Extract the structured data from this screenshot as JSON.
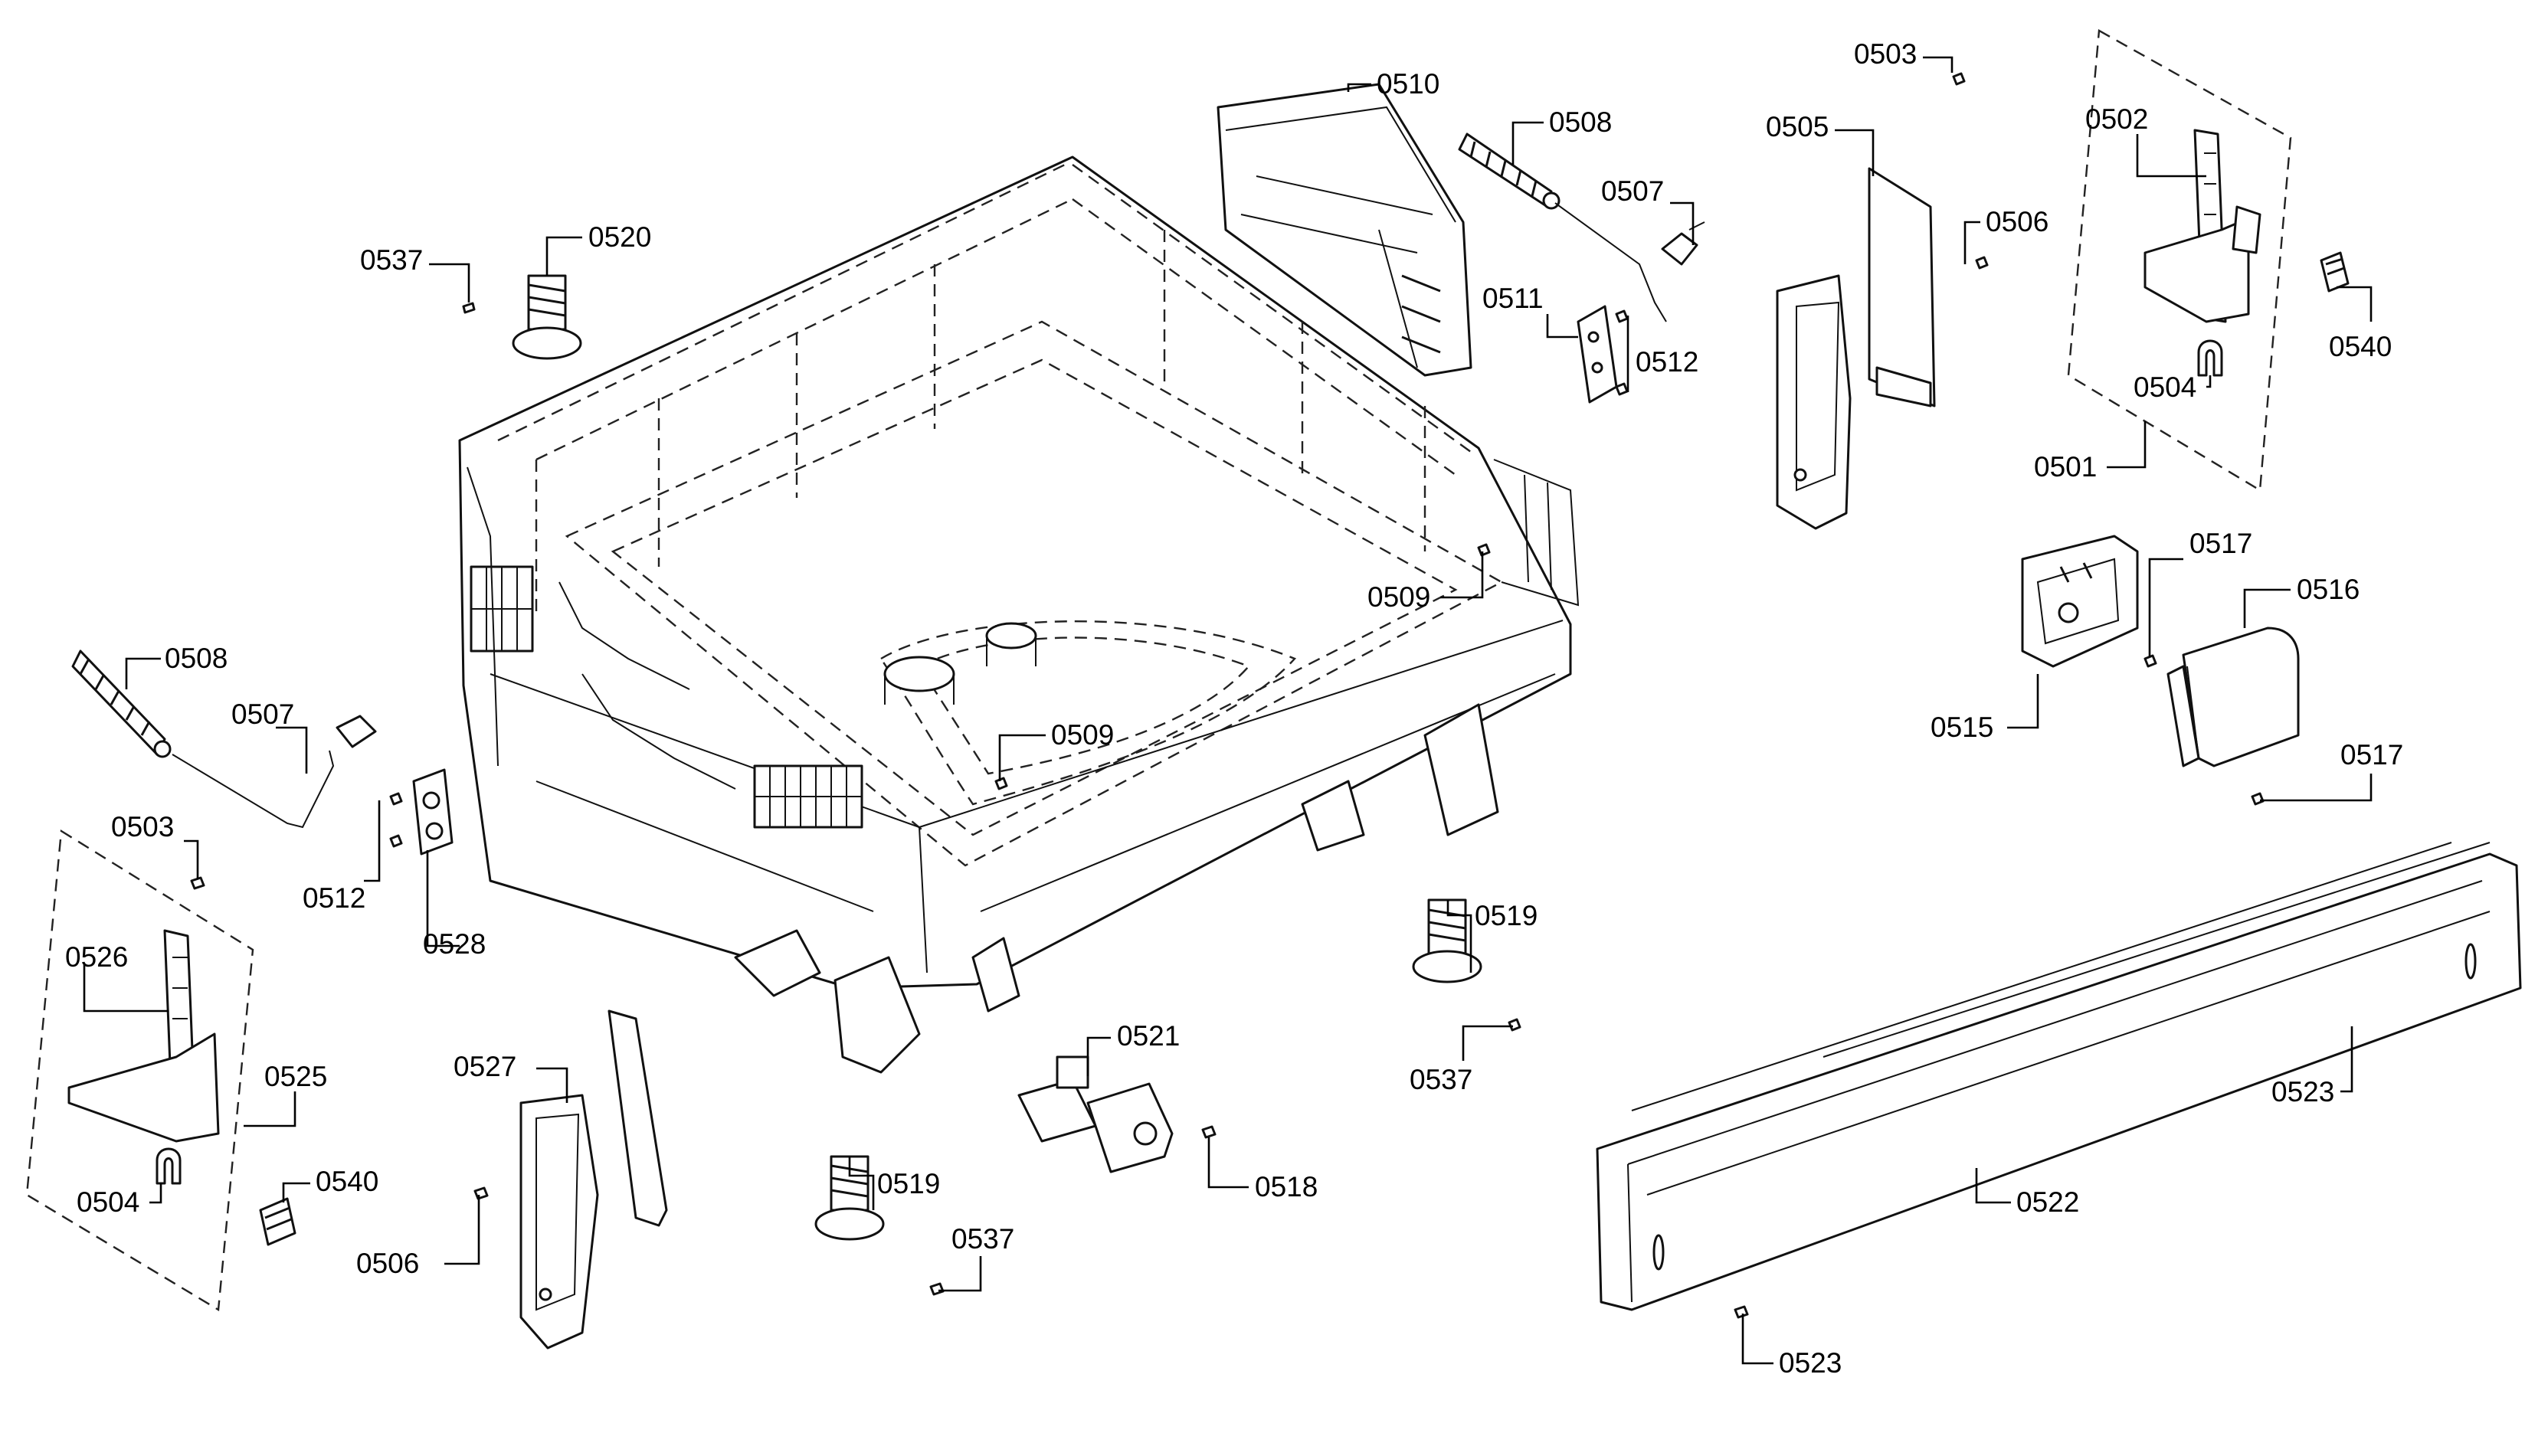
{
  "callouts": [
    {
      "id": "0510",
      "text": "0510"
    },
    {
      "id": "0508a",
      "text": "0508"
    },
    {
      "id": "0507a",
      "text": "0507"
    },
    {
      "id": "0505",
      "text": "0505"
    },
    {
      "id": "0503a",
      "text": "0503"
    },
    {
      "id": "0502",
      "text": "0502"
    },
    {
      "id": "0506a",
      "text": "0506"
    },
    {
      "id": "0537a",
      "text": "0537"
    },
    {
      "id": "0520",
      "text": "0520"
    },
    {
      "id": "0511",
      "text": "0511"
    },
    {
      "id": "0512a",
      "text": "0512"
    },
    {
      "id": "0540a",
      "text": "0540"
    },
    {
      "id": "0504a",
      "text": "0504"
    },
    {
      "id": "0501",
      "text": "0501"
    },
    {
      "id": "0509a",
      "text": "0509"
    },
    {
      "id": "0517a",
      "text": "0517"
    },
    {
      "id": "0516",
      "text": "0516"
    },
    {
      "id": "0515",
      "text": "0515"
    },
    {
      "id": "0517b",
      "text": "0517"
    },
    {
      "id": "0508b",
      "text": "0508"
    },
    {
      "id": "0507b",
      "text": "0507"
    },
    {
      "id": "0509b",
      "text": "0509"
    },
    {
      "id": "0503b",
      "text": "0503"
    },
    {
      "id": "0512b",
      "text": "0512"
    },
    {
      "id": "0528",
      "text": "0528"
    },
    {
      "id": "0526",
      "text": "0526"
    },
    {
      "id": "0519a",
      "text": "0519"
    },
    {
      "id": "0525",
      "text": "0525"
    },
    {
      "id": "0527",
      "text": "0527"
    },
    {
      "id": "0521",
      "text": "0521"
    },
    {
      "id": "0537b",
      "text": "0537"
    },
    {
      "id": "0523a",
      "text": "0523"
    },
    {
      "id": "0540b",
      "text": "0540"
    },
    {
      "id": "0504b",
      "text": "0504"
    },
    {
      "id": "0518",
      "text": "0518"
    },
    {
      "id": "0519b",
      "text": "0519"
    },
    {
      "id": "0522",
      "text": "0522"
    },
    {
      "id": "0506b",
      "text": "0506"
    },
    {
      "id": "0537c",
      "text": "0537"
    },
    {
      "id": "0523b",
      "text": "0523"
    }
  ]
}
